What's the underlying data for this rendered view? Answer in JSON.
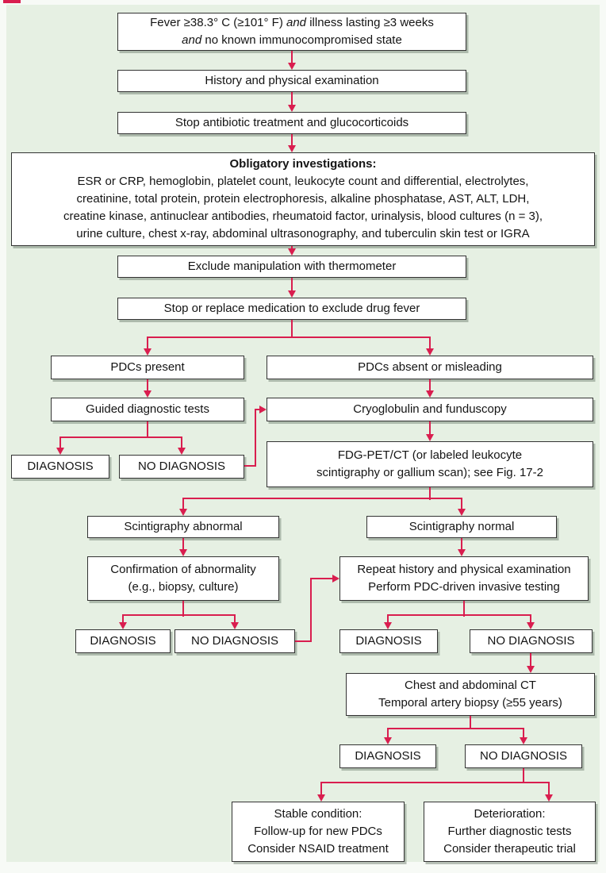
{
  "palette": {
    "page_background": "#f7faf6",
    "panel_background": "#e6f0e3",
    "box_fill": "#ffffff",
    "box_border": "#333333",
    "arrow_color": "#d91e4f",
    "text_color": "#141414"
  },
  "nodes": {
    "fever": {
      "part1": "Fever ≥38.3° C (≥101° F)",
      "and1": "and",
      "part2": "illness lasting ≥3 weeks",
      "and2": "and",
      "part3": "no known immunocompromised state"
    },
    "history": {
      "text": "History and physical examination"
    },
    "stop_antibiotic": {
      "text": "Stop antibiotic treatment and glucocorticoids"
    },
    "obligatory": {
      "title": "Obligatory investigations:",
      "lines": [
        "ESR or CRP, hemoglobin, platelet count, leukocyte count and differential, electrolytes,",
        "creatinine, total protein, protein electrophoresis, alkaline phosphatase, AST, ALT, LDH,",
        "creatine kinase, antinuclear antibodies, rheumatoid factor, urinalysis, blood cultures (n = 3),",
        "urine culture, chest x-ray, abdominal ultrasonography, and tuberculin skin test or IGRA"
      ]
    },
    "exclude_manipulation": {
      "text": "Exclude manipulation with thermometer"
    },
    "stop_replace": {
      "text": "Stop or replace medication to exclude drug fever"
    },
    "pdcs_present": {
      "text": "PDCs present"
    },
    "pdcs_absent": {
      "text": "PDCs absent or misleading"
    },
    "guided": {
      "text": "Guided diagnostic tests"
    },
    "cryoglobulin": {
      "text": "Cryoglobulin and funduscopy"
    },
    "diagnosis1": {
      "text": "DIAGNOSIS"
    },
    "no_diagnosis1": {
      "text": "NO DIAGNOSIS"
    },
    "fdg_pet": {
      "line1": "FDG-PET/CT (or labeled leukocyte",
      "line2": "scintigraphy or gallium scan); see Fig. 17-2"
    },
    "scint_abnormal": {
      "text": "Scintigraphy abnormal"
    },
    "scint_normal": {
      "text": "Scintigraphy normal"
    },
    "confirmation": {
      "line1": "Confirmation of abnormality",
      "line2": "(e.g., biopsy, culture)"
    },
    "repeat": {
      "line1": "Repeat history and physical examination",
      "line2": "Perform PDC-driven invasive testing"
    },
    "diagnosis2": {
      "text": "DIAGNOSIS"
    },
    "no_diagnosis2": {
      "text": "NO DIAGNOSIS"
    },
    "diagnosis3": {
      "text": "DIAGNOSIS"
    },
    "no_diagnosis3": {
      "text": "NO DIAGNOSIS"
    },
    "chest_ct": {
      "line1": "Chest and abdominal CT",
      "line2": "Temporal artery biopsy (≥55 years)"
    },
    "diagnosis4": {
      "text": "DIAGNOSIS"
    },
    "no_diagnosis4": {
      "text": "NO DIAGNOSIS"
    },
    "stable": {
      "line1": "Stable condition:",
      "line2": "Follow-up for new PDCs",
      "line3": "Consider NSAID treatment"
    },
    "deterioration": {
      "line1": "Deterioration:",
      "line2": "Further diagnostic tests",
      "line3": "Consider therapeutic trial"
    }
  }
}
